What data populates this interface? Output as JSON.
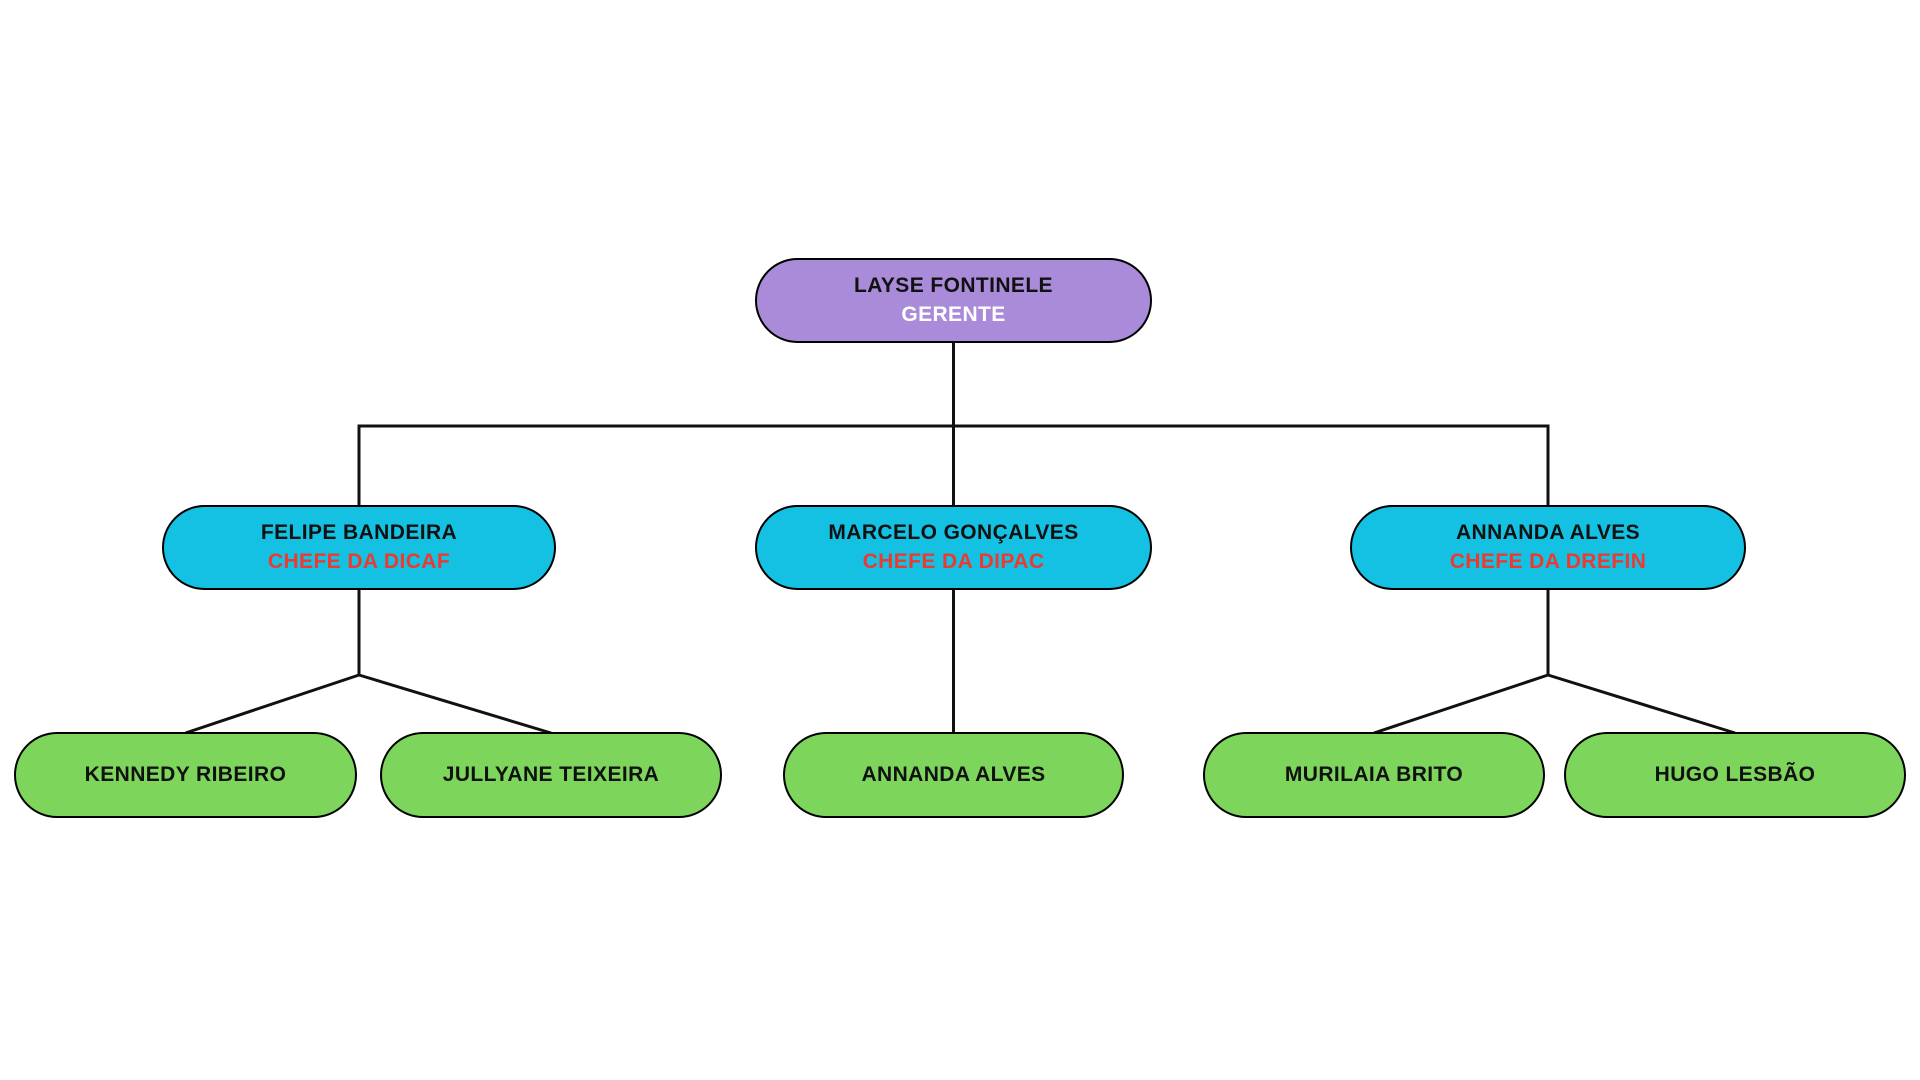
{
  "org_chart": {
    "colors": {
      "background": "#ffffff",
      "manager_fill": "#a98bd9",
      "chief_fill": "#14c1e3",
      "staff_fill": "#7dd55c",
      "name_text": "#111111",
      "manager_role_text": "#ffffff",
      "chief_role_text": "#ec3a30",
      "line": "#111111",
      "node_border": "#000000"
    },
    "manager": {
      "name": "LAYSE FONTINELE",
      "role": "GERENTE"
    },
    "chiefs": [
      {
        "name": "FELIPE BANDEIRA",
        "role": "CHEFE DA DICAF",
        "subordinates": [
          "KENNEDY RIBEIRO",
          "JULLYANE TEIXEIRA"
        ]
      },
      {
        "name": "MARCELO GONÇALVES",
        "role": "CHEFE DA DIPAC",
        "subordinates": [
          "ANNANDA ALVES"
        ]
      },
      {
        "name": "ANNANDA ALVES",
        "role": "CHEFE DA DREFIN",
        "subordinates": [
          "MURILAIA BRITO",
          "HUGO LESBÃO"
        ]
      }
    ],
    "staff": [
      {
        "name": "KENNEDY RIBEIRO"
      },
      {
        "name": "JULLYANE TEIXEIRA"
      },
      {
        "name": "ANNANDA ALVES"
      },
      {
        "name": "MURILAIA BRITO"
      },
      {
        "name": "HUGO LESBÃO"
      }
    ]
  }
}
